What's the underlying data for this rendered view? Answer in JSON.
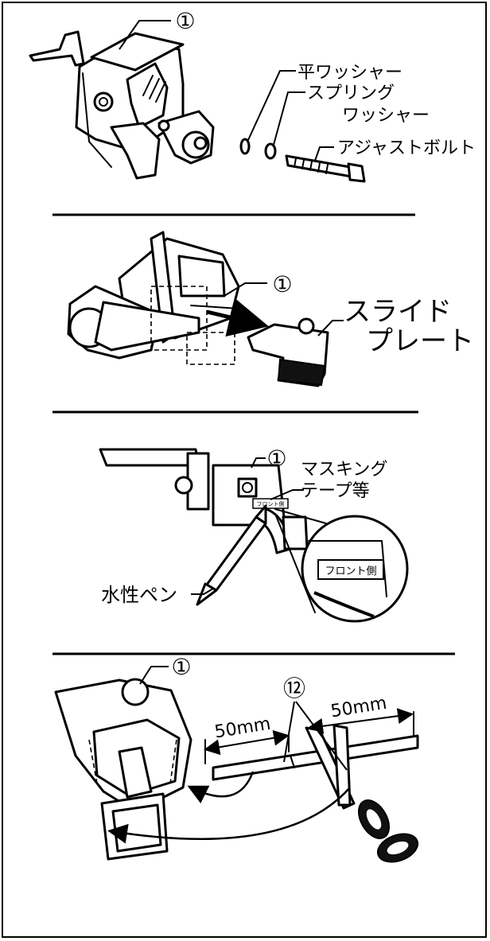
{
  "steps": [
    {
      "part_ref": "①",
      "labels": {
        "flat_washer": "平ワッシャー",
        "spring_line1": "スプリング",
        "spring_line2": "ワッシャー",
        "adjust_bolt": "アジャストボルト"
      }
    },
    {
      "part_ref": "①",
      "labels": {
        "slide_line1": "スライド",
        "slide_line2": "プレート"
      }
    },
    {
      "part_ref": "①",
      "labels": {
        "tape_line1": "マスキング",
        "tape_line2": "テープ等",
        "tape_text": "フロント側",
        "pen": "水性ペン"
      }
    },
    {
      "part_ref": "①",
      "tape_ref": "⑫",
      "labels": {
        "len_left": "50mm",
        "len_right": "50mm"
      }
    }
  ]
}
